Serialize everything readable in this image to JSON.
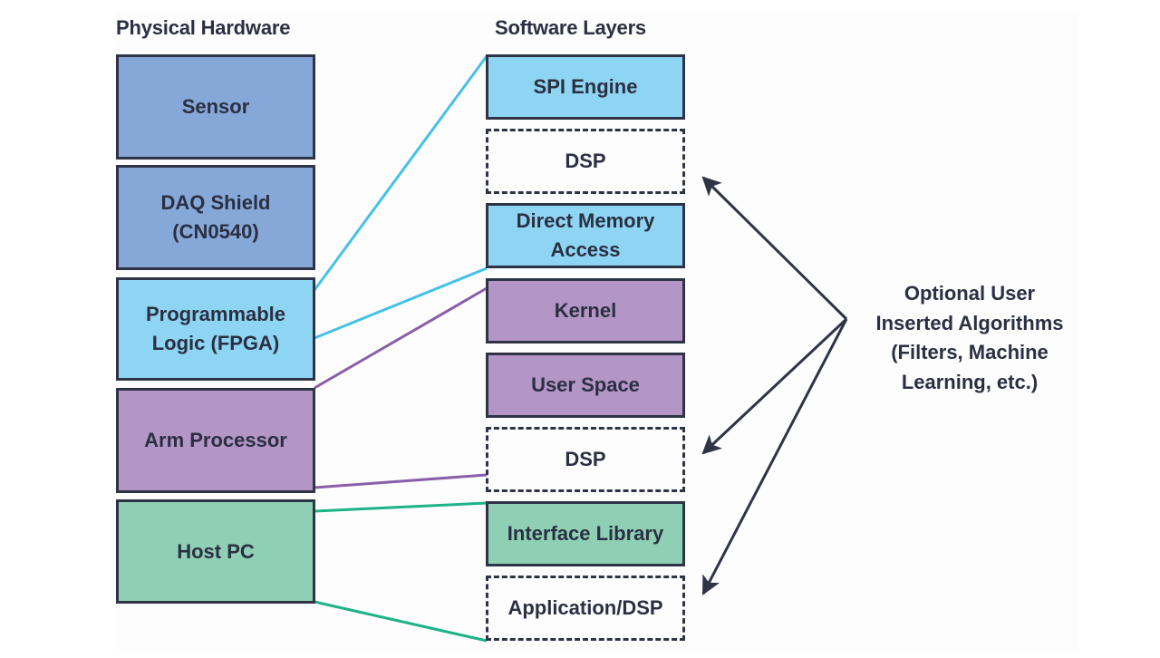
{
  "headings": {
    "hardware": "Physical Hardware",
    "software": "Software Layers"
  },
  "colors": {
    "outline": "#2f3346",
    "text": "#2b2f42",
    "sensor_blue": "#86a8d8",
    "fpga_cyan": "#8ed5f3",
    "arm_purple": "#b395c6",
    "host_green": "#8fd0b5",
    "line_cyan": "#45c1e6",
    "line_purple": "#8b5ea8",
    "line_green": "#1db388",
    "arrow": "#2f3346"
  },
  "hardware": [
    {
      "id": "sensor",
      "label": "Sensor",
      "color": "blue"
    },
    {
      "id": "daq-shield",
      "label": "DAQ Shield\n(CN0540)",
      "color": "blue"
    },
    {
      "id": "fpga",
      "label": "Programmable\nLogic (FPGA)",
      "color": "cyan"
    },
    {
      "id": "arm",
      "label": "Arm Processor",
      "color": "purple"
    },
    {
      "id": "host-pc",
      "label": "Host PC",
      "color": "green"
    }
  ],
  "software": [
    {
      "id": "spi-engine",
      "label": "SPI Engine",
      "color": "cyan",
      "optional": false
    },
    {
      "id": "dsp-1",
      "label": "DSP",
      "color": "none",
      "optional": true
    },
    {
      "id": "dma",
      "label": "Direct Memory\nAccess",
      "color": "cyan",
      "optional": false
    },
    {
      "id": "kernel",
      "label": "Kernel",
      "color": "purple",
      "optional": false
    },
    {
      "id": "user-space",
      "label": "User Space",
      "color": "purple",
      "optional": false
    },
    {
      "id": "dsp-2",
      "label": "DSP",
      "color": "none",
      "optional": true
    },
    {
      "id": "interface-library",
      "label": "Interface Library",
      "color": "green",
      "optional": false
    },
    {
      "id": "application-dsp",
      "label": "Application/DSP",
      "color": "none",
      "optional": true
    }
  ],
  "mappings": [
    {
      "hardware": "fpga",
      "software_from": "spi-engine",
      "software_to": "dma",
      "color": "cyan"
    },
    {
      "hardware": "arm",
      "software_from": "kernel",
      "software_to": "dsp-2",
      "color": "purple"
    },
    {
      "hardware": "host-pc",
      "software_from": "interface-library",
      "software_to": "application-dsp",
      "color": "green"
    }
  ],
  "annotation": {
    "lines": [
      "Optional User",
      "Inserted Algorithms",
      "(Filters, Machine",
      "Learning, etc.)"
    ],
    "targets": [
      "dsp-1",
      "dsp-2",
      "application-dsp"
    ]
  }
}
